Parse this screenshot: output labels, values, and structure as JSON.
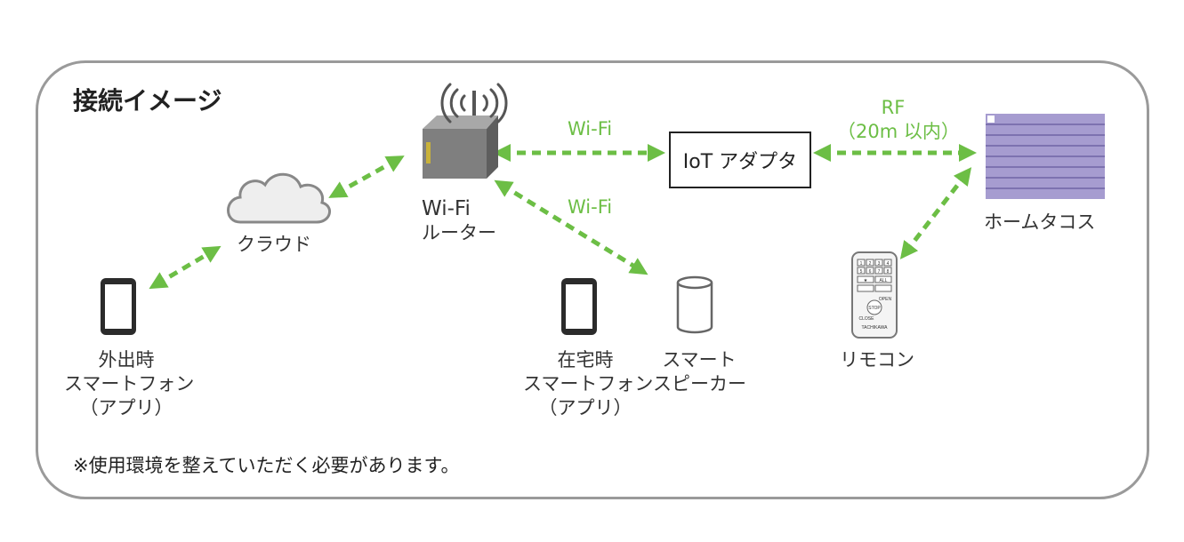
{
  "title": "接続イメージ",
  "note": "※使用環境を整えていただく必要があります。",
  "nodes": {
    "router": [
      "Wi-Fi",
      "ルーター"
    ],
    "cloud": "クラウド",
    "iot_adapter": "IoT アダプタ",
    "hometacos": "ホームタコス",
    "phone_out": [
      "外出時",
      "スマートフォン",
      "（アプリ）"
    ],
    "phone_home": [
      "在宅時",
      "スマートフォン",
      "（アプリ）"
    ],
    "speaker": [
      "スマート",
      "スピーカー"
    ],
    "remote": "リモコン"
  },
  "links": {
    "wifi_top": "Wi-Fi",
    "wifi_mid": "Wi-Fi",
    "rf": "RF",
    "rf_range": "（20m 以内）"
  },
  "remote_text": {
    "buttons": [
      "1",
      "2",
      "3",
      "4",
      "5",
      "6",
      "7",
      "8",
      "★",
      "ALL"
    ],
    "open": "OPEN",
    "stop": "STOP",
    "close": "CLOSE",
    "brand": "TACHIKAWA"
  },
  "colors": {
    "arrow": "#6cbe45",
    "frame": "#9a9a9a",
    "shade": "#8c82b8"
  }
}
